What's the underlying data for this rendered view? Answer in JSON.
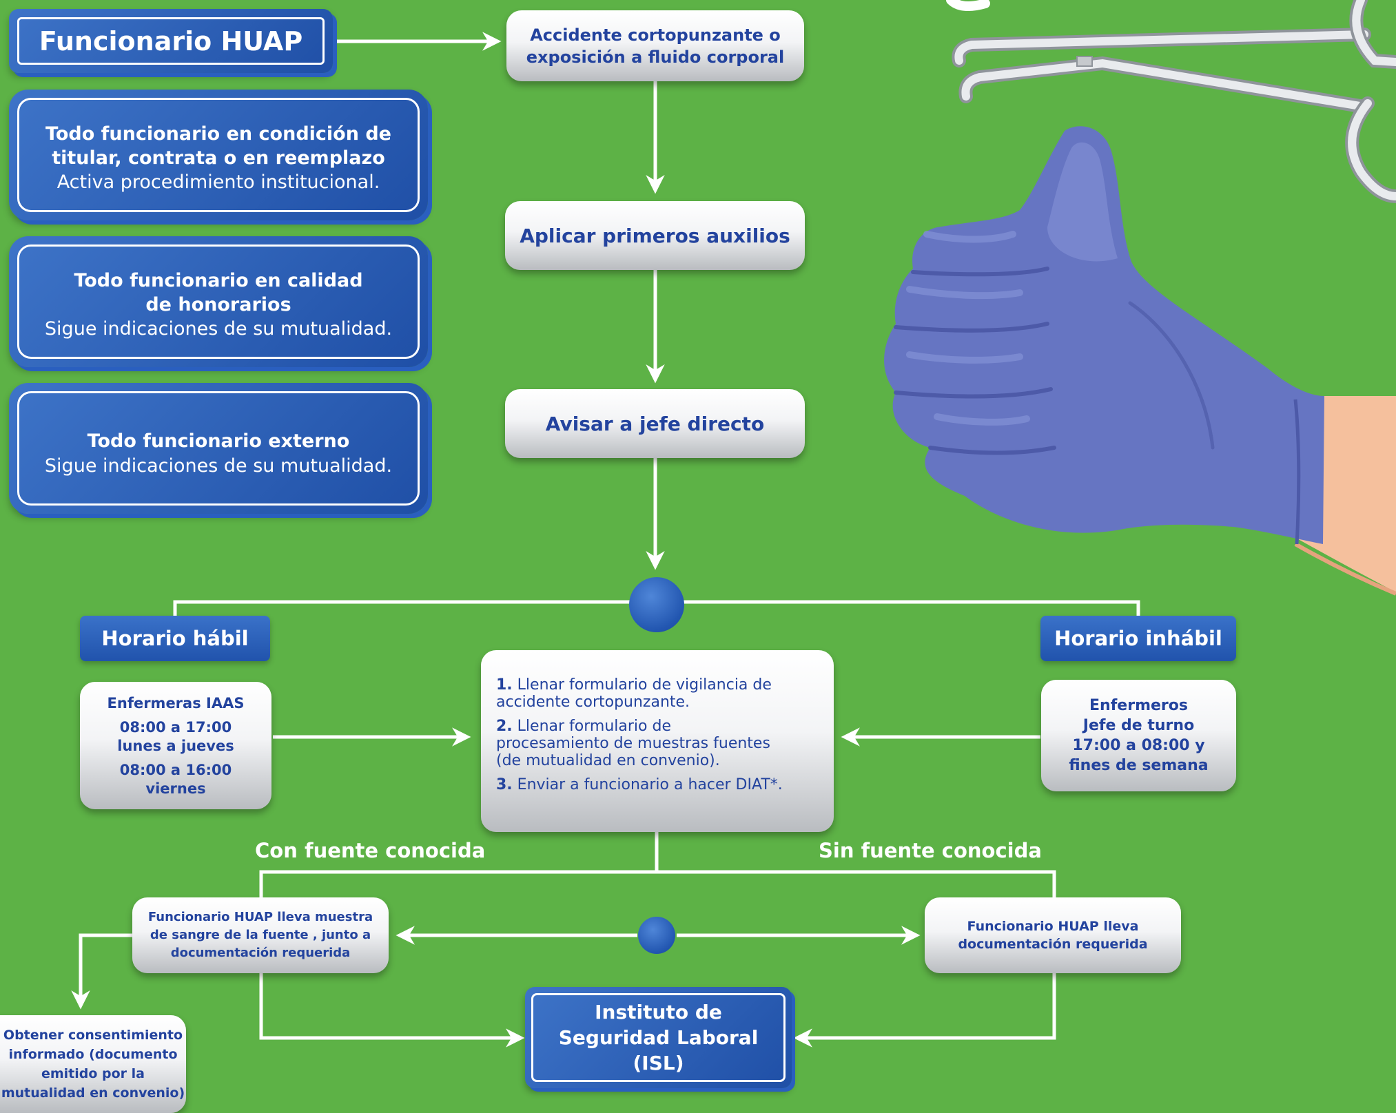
{
  "funcionario_header": "Funcionario HUAP",
  "cards": {
    "titular": {
      "bold1": "Todo funcionario en condición de",
      "bold2": "titular, contrata o en reemplazo",
      "regular": "Activa procedimiento institucional."
    },
    "honorarios": {
      "bold1": "Todo funcionario en calidad",
      "bold2": "de honorarios",
      "regular": "Sigue indicaciones de su mutualidad."
    },
    "externo": {
      "bold1": "Todo funcionario externo",
      "regular": "Sigue indicaciones de su mutualidad."
    }
  },
  "flow": {
    "accidente": {
      "line1": "Accidente cortopunzante o",
      "line2": "exposición a fluido corporal"
    },
    "primeros_auxilios": "Aplicar primeros auxilios",
    "avisar_jefe": "Avisar a jefe directo"
  },
  "horario_habil": {
    "label": "Horario hábil",
    "title": "Enfermeras IAAS",
    "line1": "08:00 a 17:00",
    "line2": "lunes a jueves",
    "line3": "08:00 a 16:00",
    "line4": "viernes"
  },
  "horario_inhabil": {
    "label": "Horario inhábil",
    "line1": "Enfermeros",
    "line2": "Jefe de turno",
    "line3": "17:00 a 08:00 y",
    "line4": "fines de semana"
  },
  "steps": [
    {
      "num": "1.",
      "line1": "Llenar formulario de vigilancia de",
      "line2": "accidente cortopunzante."
    },
    {
      "num": "2.",
      "line1": "Llenar formulario de",
      "line2": "procesamiento de muestras fuentes",
      "line3": "(de mutualidad en convenio)."
    },
    {
      "num": "3.",
      "line1": "Enviar a funcionario a hacer DIAT*."
    }
  ],
  "con_fuente": "Con fuente conocida",
  "sin_fuente": "Sin fuente conocida",
  "box_con_fuente": {
    "line1": "Funcionario HUAP lleva muestra",
    "line2": "de sangre de la fuente , junto a",
    "line3": "documentación requerida"
  },
  "box_sin_fuente": {
    "line1": "Funcionario HUAP lleva",
    "line2": "documentación requerida"
  },
  "consentimiento": {
    "line1": "Obtener consentimiento",
    "line2": "informado (documento",
    "line3": "emitido por la",
    "line4": "mutualidad en convenio)"
  },
  "isl": {
    "line1": "Instituto de",
    "line2": "Seguridad Laboral",
    "line3": "(ISL)"
  },
  "illustration": {
    "glove_icon": "thumbs-up-glove-icon",
    "instrument_icon": "surgical-clamp-icon"
  },
  "colors": {
    "background": "#5db246",
    "brand_blue": "#2a5fbf",
    "text_blue": "#23439e"
  }
}
